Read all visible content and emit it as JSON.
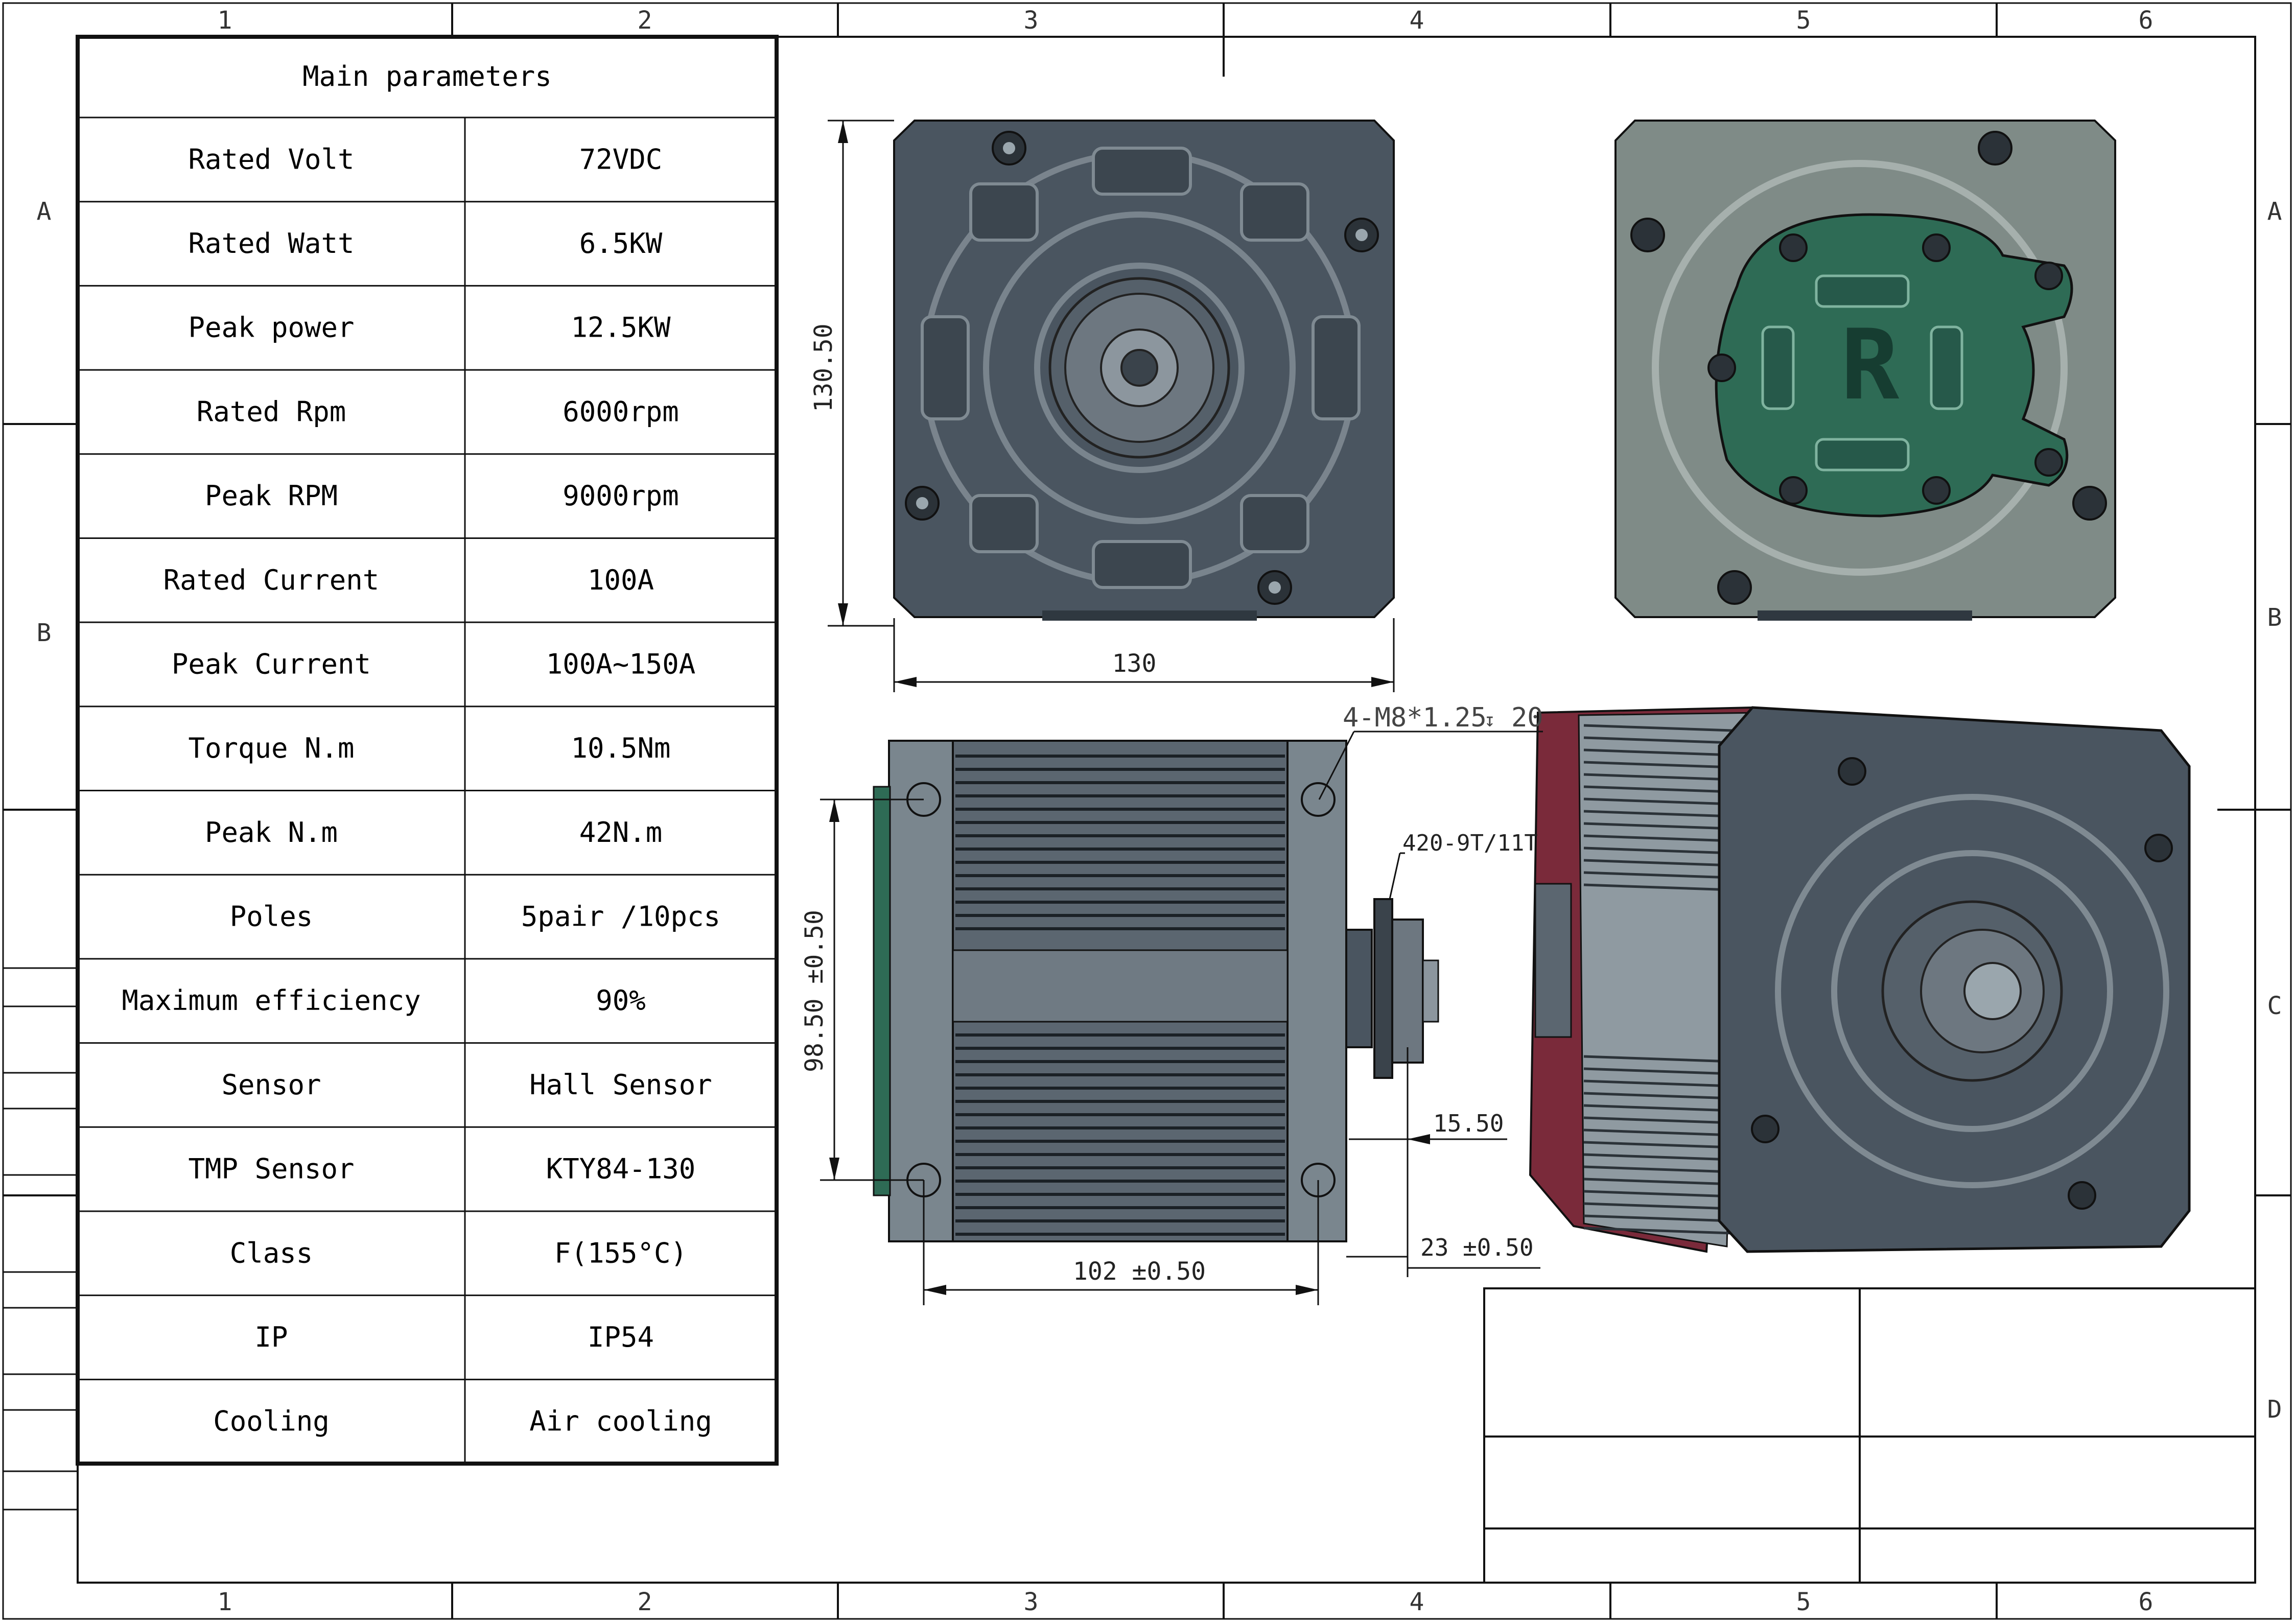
{
  "frame": {
    "column_labels": [
      "1",
      "2",
      "3",
      "4",
      "5",
      "6"
    ],
    "row_labels": [
      "A",
      "B",
      "C",
      "D"
    ]
  },
  "parameters": {
    "title": "Main parameters",
    "rows": [
      {
        "label": "Rated Volt",
        "value": "72VDC"
      },
      {
        "label": "Rated Watt",
        "value": "6.5KW"
      },
      {
        "label": "Peak power",
        "value": "12.5KW"
      },
      {
        "label": "Rated Rpm",
        "value": "6000rpm"
      },
      {
        "label": "Peak RPM",
        "value": "9000rpm"
      },
      {
        "label": "Rated Current",
        "value": "100A"
      },
      {
        "label": "Peak Current",
        "value": "100A~150A"
      },
      {
        "label": "Torque N.m",
        "value": "10.5Nm"
      },
      {
        "label": "Peak N.m",
        "value": "42N.m"
      },
      {
        "label": "Poles",
        "value": "5pair /10pcs"
      },
      {
        "label": "Maximum efficiency",
        "value": "90%"
      },
      {
        "label": "Sensor",
        "value": "Hall Sensor"
      },
      {
        "label": "TMP Sensor",
        "value": "KTY84-130"
      },
      {
        "label": "Class",
        "value": "F(155°C)"
      },
      {
        "label": "IP",
        "value": "IP54"
      },
      {
        "label": "Cooling",
        "value": "Air cooling"
      }
    ]
  },
  "dimensions": {
    "front_height": "130.50",
    "front_width": "130",
    "thread_callout": "4-M8*1.25",
    "thread_depth": "20",
    "sprocket": "420-9T/11T",
    "side_height": "98.50 ±0.50",
    "shaft_offset": "15.50",
    "body_length": "102 ±0.50",
    "shaft_length": "23 ±0.50"
  },
  "colors": {
    "line": "#111111",
    "motor_body": "#4a5560",
    "motor_dark": "#2f3840",
    "rear_cover": "#7f8b87",
    "rear_green": "#2e6b55",
    "accent_red": "#7a2a3a",
    "fin_light": "#9aa6ad"
  }
}
